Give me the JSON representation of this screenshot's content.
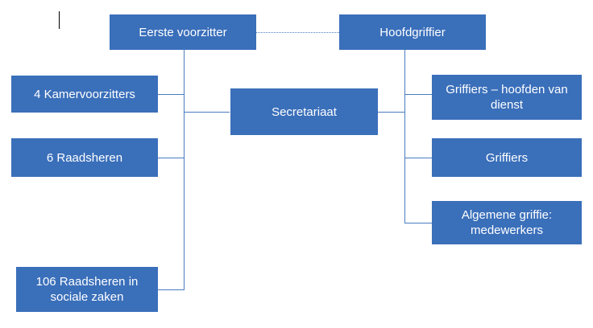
{
  "diagram": {
    "title": "",
    "node_color": "#3a6fba",
    "connector_color": "#4a7cc0",
    "text_color": "#ffffff",
    "nodes": [
      {
        "id": "eerste-voorzitter",
        "label": "Eerste voorzitter"
      },
      {
        "id": "hoofdgriffier",
        "label": "Hoofdgriffier"
      },
      {
        "id": "kamervoorzitters",
        "label": "4 Kamervoorzitters"
      },
      {
        "id": "secretariaat",
        "label": "Secretariaat"
      },
      {
        "id": "griffiers-hoofden",
        "label": "Griffiers – hoofden van dienst"
      },
      {
        "id": "raadsheren",
        "label": "6 Raadsheren"
      },
      {
        "id": "griffiers",
        "label": "Griffiers"
      },
      {
        "id": "algemene-griffie",
        "label": "Algemene griffie: medewerkers"
      },
      {
        "id": "raadsheren-sociale-zaken",
        "label": "106 Raadsheren in sociale zaken"
      }
    ]
  }
}
